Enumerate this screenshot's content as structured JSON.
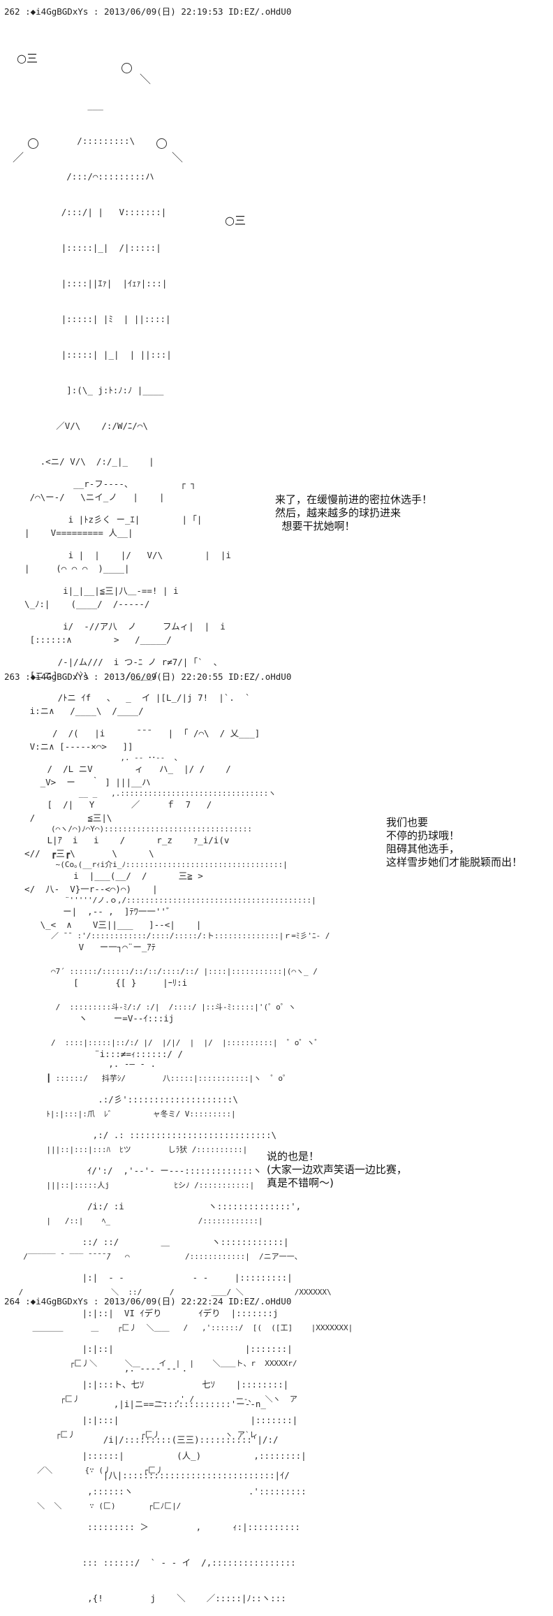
{
  "posts": [
    {
      "header": "262 :◆i4GgBGDxYs : 2013/06/09(日) 22:19:53 ID:EZ/.oHdU0",
      "panels": [
        {
          "art": [
            "              ___",
            "            /:::::::::\\",
            "          /:::/⌒:::::::::ハ",
            "         /:::/| |   V:::::::|",
            "         |:::::|_|  /|:::::|",
            "         |::::||ｴｧ|  |ｲｪｧ|:::|",
            "         |:::::| |ﾐ  | ||::::|",
            "         |:::::| |_|  | ||:::|",
            "          ]:(\\_ j:ﾄ:ﾉ:ﾉ |____",
            "        ／V/\\    /:/W/ﾆ/⌒\\",
            "     .<ニ/ V/\\  /:/_|_    |",
            "   /⌒\\ー-/   \\ニイ_ノ   |    |",
            "  |    V========= 人__|",
            "  |     (⌒ ⌒ ⌒  )____|",
            "  \\_ﾉ:|    (____/  /-----/",
            "   [::::::∧        >   /_____/",
            "   [ニニ]   /`\\       /____/",
            "   i:ニ∧   /____\\  /____/",
            "   V:ニ∧ [-----×⌒>   ]]",
            "     _V>  ー   ｀ ] |||__ハ",
            "   /          ≦三|\\",
            "  <//  ┏三┏\\       \\      \\",
            "  </  八-  V}一r--<⌒)⌒)    |",
            "     \\_<  ∧    V三||___   ]--<|    |"
          ],
          "dialogue": []
        },
        {
          "art": [
            "      __r‐フ‐‐‐-、         ┌ ┐",
            "     i |ﾄz彡く ー_ｴ|        | ｢|",
            "     i |  |    |/   V/\\        |  |i",
            "    i|_|__|≦三|八＿-==! | i",
            "    i/  -//ア八  ノ     フムィ|  |  i",
            "   /-|/ム///  i つ-ﾆ ノ r≠7/| ｢`  、",
            "   /ﾄニ ｲf   、  _  イ |[L_/|j 7!  |`.  `",
            "  /  /(   |i      ̄ ̄ ̄    |  ｢ /⌒\\  / 乂___]",
            " /  /L ニV        ィ   ハ_  |/ /    /",
            " [  /|   Y       ／     ｆ  7   /",
            " L|ｱ  i   i    /      r_z    ｧ_i/i(v",
            "      i  |___(__/  /      三≧ >",
            "    ー|  ,-- ,  ]ﾃﾜ一一''゛",
            "       V   ー一┐⌒¨ー_ｱﾃ",
            "      [       {[ }     |ｰﾘ:i",
            "       ヽ     ー=V--ｲ:::ij",
            "          ¨i:::≠=ｨ::::::/ /"
          ],
          "dialogue": [
            "来了，在缓慢前进的密拉休选手！",
            "",
            "然后，越来越多的球扔进来",
            "  想要干扰她啊！"
          ]
        }
      ]
    },
    {
      "header": "263 :◆i4GgBGDxYs : 2013/06/09(日) 22:20:55 ID:EZ/.oHdU0",
      "panels": [
        {
          "art": [
            "                       ,. -‐ ･･‐-  、",
            "              __ _   ,.::::::::::::::::::::::::::::::::ヽ",
            "        (⌒ヽ/⌒)ﾉ⌒Y⌒)::::::::::::::::::::::::::::::::",
            "         ~(Co｡(__rｨi介i_ﾉ::::::::::::::::::::::::::::::::::|",
            "           ¨'''''/ノ.ｏ,/::::::::::::::::::::::::::::::::::::::::|",
            "        ／ ̄ ̄  :'/::::::::::::/::::/:::::/:ト::::::::::::::|ｒ=ﾐ彡'ﾆ- /",
            "        ⌒7´ ::::::/::::::/::/::/::::/::/ |::::|:::::::::::|(⌒ヽ_ /",
            "         /  :::::::::斗‐ﾐ/:/ :/|  /::::/ |::斗‐ﾐ:::::|'(゜o゜ヽ",
            "        /  ::::|:::::|::/:/ |/  |/|/  |  |/  |::::::::::|  ゜o゜ヽ゜",
            "       ┃ ::::::/   抖芋ｼ/        八:::::|:::::::::::|ヽ  ゜o゜",
            "       ﾄ|:|:::|:爪  ﾚ゛        ャ冬ミ/ V:::::::::|",
            "       |||::|:::|:::ﾊ  ﾋツ        しﾗ犾 /::::::::::|",
            "       |||::|:::::人j              ﾋシﾉ /:::::::::::|",
            "       |   /::|    ﾍ_                   /::::::::::::|",
            "  /‾‾‾‾‾‾ ̄  ‾‾‾ ̄ ̄ ̄ ̄ ̄/   ⌒            /::::::::::::|  /ニア一一、",
            " /                   ＼  ::/      /        ＿＿/ ＼           /XXXXXX\\",
            "    ＿＿＿＿      ＿    ┌匚丿  ＼＿＿   /   ,'::::::/  [(  ([工]    |XXXXXXX|",
            "            ┌匚丿＼      ＼＿    イ  |  |    ＼＿＿ト、r  XXXXXr/",
            "          ┌匚丿                 ＿  ,' /         ー-、  ＼ヽ  ア",
            "         ┌匚丿              ┌匚丿              ヽ ア`レ",
            "     ／＼       {∵ (丿       ┌匚丿",
            "     ＼  ＼      ∵ (匚)       ┌匚ﾉ匚|/"
          ],
          "dialogue": [
            "我们也要",
            "不停的扔球哦！",
            "",
            "阻碍其他选手，",
            "这样雪步她们才能脱颖而出！"
          ]
        },
        {
          "art": [
            "          ,. -― ‐ .",
            "        .:/彡'::::::::::::::::::::\\",
            "       ,:/ .: :::::::::::::::::::::::::::\\",
            "      ｲ/':/  ,'-‐'‐ ー‐‐‐:::::::::::::ヽ",
            "      /i:/ :i                ヽ::::::::::::::',",
            "     ::/ ::/        ＿        ヽ::::::::::::|",
            "     |:|  ‐ ‐             ‐ ‐     |:::::::::|",
            "     |:|::|  VI ｲデり       ｲデり  |:::::::j",
            "     |:|::|                         |:::::::|",
            "     |:|:::ト、七ｿ           七ｿ    |::::::::|",
            "     |:|:::|                         |:::::::|",
            "     |::::::|          (人_)          ,::::::::|",
            "      ,::::::ヽ                      .':::::::::",
            "      ::::::::: ＞         ,      ｨ:|::::::::::",
            "     ::: ::::::/  ` ‐ - イ  /,::::::::::::::::",
            "      ,{!         j    ＼    ／:::::|ﾉ::ヽ:::"
          ],
          "dialogue": [
            "说的也是！",
            "",
            "(大家一边欢声笑语一边比赛，",
            "真是不错啊〜)"
          ]
        }
      ]
    },
    {
      "header": "264 :◆i4GgBGDxYs : 2013/06/09(日) 22:22:24 ID:EZ/.oHdU0",
      "panels": [
        {
          "art": [
            "             ,. -‐‐‐ ‐- .",
            "           ,|i|ニ==ニ:::::::::::::'ー--n_",
            "         /i|/:::::::::(三三)::::::::::'|/:/",
            "         |八|:::::::::::::::::::::::::::::|ｲ/"
          ],
          "dialogue": []
        }
      ]
    }
  ],
  "decorations": {
    "post262_marks": [
      "○三",
      "○三"
    ]
  }
}
